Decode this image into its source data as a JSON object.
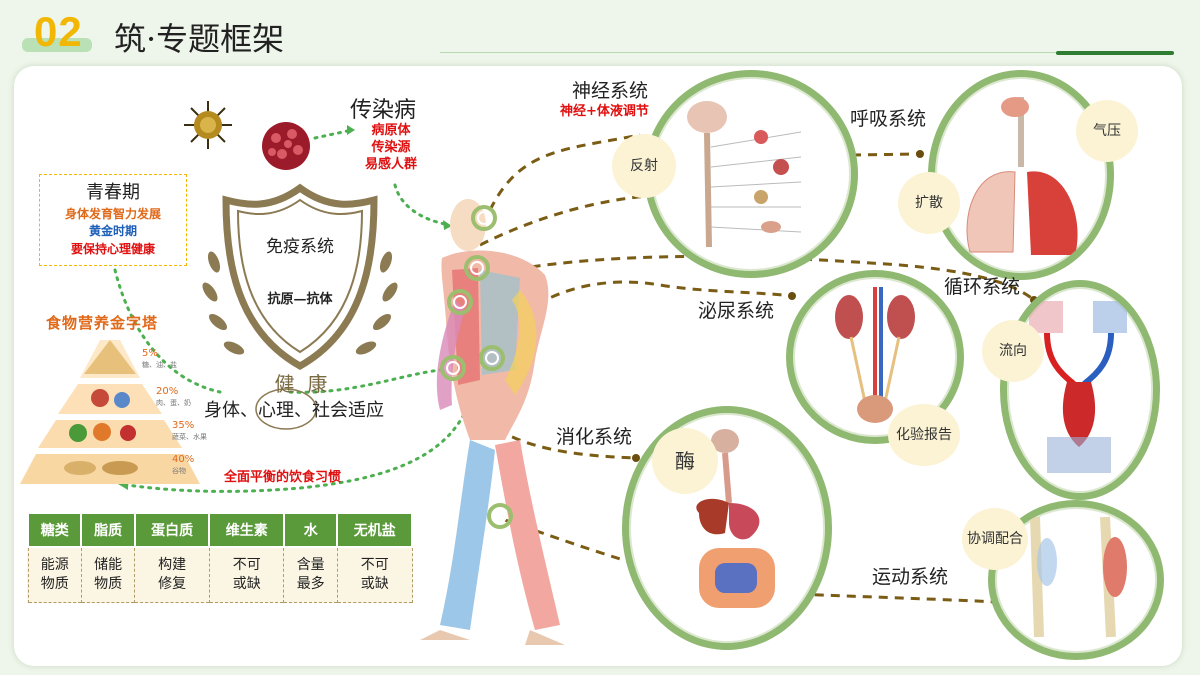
{
  "header": {
    "number": "02",
    "title": "筑·专题框架"
  },
  "infectious": {
    "title": "传染病",
    "items": [
      "病原体",
      "传染源",
      "易感人群"
    ]
  },
  "puberty": {
    "title": "青春期",
    "lines": [
      "身体发育智力发展",
      "黄金时期",
      "要保持心理健康"
    ]
  },
  "immune": {
    "title": "免疫系统",
    "subtitle": "抗原—抗体"
  },
  "health": {
    "title": "健  康",
    "line": "身体、心理、社会适应"
  },
  "pyramid": {
    "title": "食物营养金字塔",
    "levels": [
      {
        "percent": "5%",
        "desc": "糖、油、盐"
      },
      {
        "percent": "20%",
        "desc": "肉、蛋、奶"
      },
      {
        "percent": "35%",
        "desc": "蔬菜、水果"
      },
      {
        "percent": "40%",
        "desc": "谷物"
      }
    ]
  },
  "diet": {
    "note": "全面平衡的饮食习惯"
  },
  "nutrients": {
    "headers": [
      "糖类",
      "脂质",
      "蛋白质",
      "维生素",
      "水",
      "无机盐"
    ],
    "row1": [
      "能源",
      "储能",
      "构建",
      "不可",
      "含量",
      "不可"
    ],
    "row2": [
      "物质",
      "物质",
      "修复",
      "或缺",
      "最多",
      "或缺"
    ]
  },
  "systems": {
    "nervous": {
      "title": "神经系统",
      "subtitle": "神经+体液调节",
      "tag": [
        "反",
        "射"
      ]
    },
    "respiratory": {
      "title": "呼吸系统",
      "tags": [
        [
          "气",
          "压"
        ],
        [
          "扩散"
        ]
      ]
    },
    "circulatory": {
      "title": "循环系统",
      "tag": [
        "流",
        "向"
      ]
    },
    "urinary": {
      "title": "泌尿系统",
      "tag": [
        "化验",
        "报告"
      ]
    },
    "digestive": {
      "title": "消化系统",
      "tag": "酶"
    },
    "motor": {
      "title": "运动系统",
      "tag": [
        "协调",
        "配合"
      ]
    }
  },
  "colors": {
    "accent": "#2e7d32",
    "number": "#f2b705",
    "dashed": "#7a5c14",
    "green_dots": "#4caf50",
    "red": "#e01010",
    "ring": "#8fb870"
  }
}
